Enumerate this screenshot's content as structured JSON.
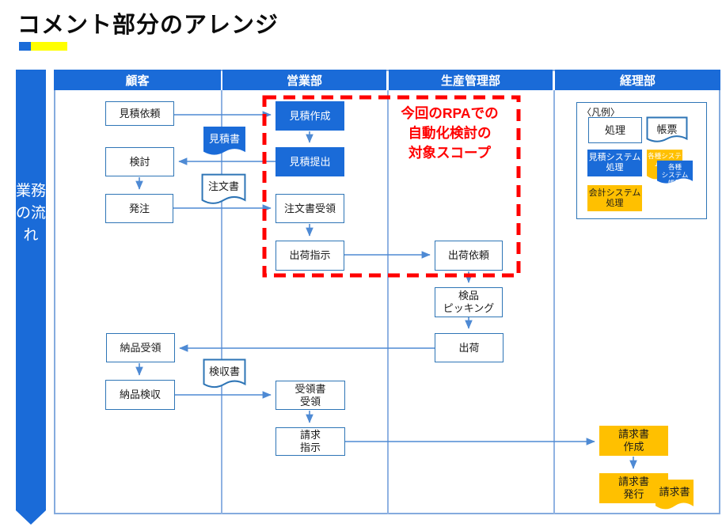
{
  "title": "コメント部分のアレンジ",
  "sidebar": {
    "label": "業務の流れ"
  },
  "lanes": [
    {
      "label": "顧客"
    },
    {
      "label": "営業部"
    },
    {
      "label": "生産管理部"
    },
    {
      "label": "経理部"
    }
  ],
  "scope_note": {
    "text": "今回のRPAでの\n自動化検討の\n対象スコープ"
  },
  "nodes": {
    "mitsumori_irai": "見積依頼",
    "kento": "検討",
    "hacchu": "発注",
    "nohin_juryo": "納品受領",
    "nohin_kenshu": "納品検収",
    "mitsumorisho": "見積書",
    "chumonsho": "注文書",
    "kenshusho": "検収書",
    "mitsumori_sakusei": "見積作成",
    "mitsumori_teishutsu": "見積提出",
    "chumonsho_juryo": "注文書受領",
    "shukka_shiji": "出荷指示",
    "juryosho_juryo": "受領書\n受領",
    "seikyu_shiji": "請求\n指示",
    "shukka_irai": "出荷依頼",
    "kenpin_picking": "検品\nピッキング",
    "shukka": "出荷",
    "seikyusho_sakusei": "請求書\n作成",
    "seikyusho_hakko": "請求書\n発行",
    "seikyusho_doc": "請求書"
  },
  "legend": {
    "title": "〈凡例〉",
    "shori": "処理",
    "chohyo": "帳票",
    "mitsumori_system": "見積システム\n処理",
    "kakusyu_system": "各種\nシステム\n帳票",
    "kakusyu_system_back": "各種システム帳票",
    "kaikei_system": "会計システム\n処理"
  },
  "colors": {
    "accent_blue": "#1a6bd8",
    "frame_light_blue": "#85abde",
    "connector_blue": "#4e8ad4",
    "border_blue": "#2e75b6",
    "orange": "#ffc000",
    "scope_red": "#ff0000",
    "mark_yellow": "#ffff00"
  }
}
